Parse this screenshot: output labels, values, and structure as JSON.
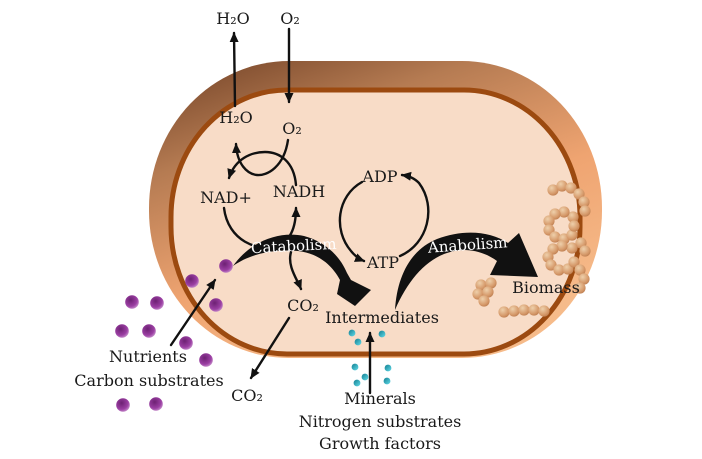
{
  "labels": {
    "h2o_out": "H₂O",
    "o2_out": "O₂",
    "h2o_in": "H₂O",
    "o2_in": "O₂",
    "nad": "NAD+",
    "nadh": "NADH",
    "adp": "ADP",
    "atp": "ATP",
    "catabolism": "Catabolism",
    "anabolism": "Anabolism",
    "intermediates": "Intermediates",
    "co2_in": "CO₂",
    "co2_out": "CO₂",
    "biomass": "Biomass",
    "nutrients": "Nutrients",
    "carbon_substrates": "Carbon substrates",
    "minerals": "Minerals",
    "nitrogen_substrates": "Nitrogen substrates",
    "growth_factors": "Growth factors"
  },
  "colors": {
    "background": "#ffffff",
    "wall_dark": "#6f3f24",
    "wall_mid": "#b57b52",
    "wall_light1": "#efa471",
    "wall_light2": "#f6bb8a",
    "membrane": "#9c4a10",
    "cytoplasm": "#f8dcc7",
    "arrow": "#111111",
    "band_text": "#ffffff",
    "text": "#1a1a1a",
    "nutrient_core": "#6d2173",
    "nutrient_mid": "#9b3fa3",
    "nutrient_edge": "#e7c9e9",
    "mineral_dark": "#117e90",
    "mineral_light": "#63dcea",
    "biomass_light": "#eed0ab",
    "biomass_mid": "#d69a6b",
    "biomass_dark": "#b06f42"
  }
}
